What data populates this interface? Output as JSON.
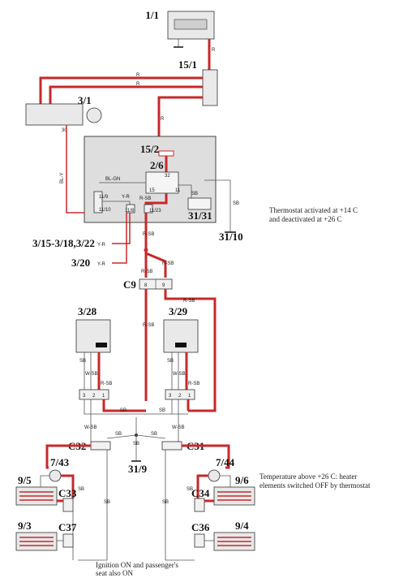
{
  "components": {
    "c1_1": "1/1",
    "c15_1": "15/1",
    "c3_1": "3/1",
    "c15_2": "15/2",
    "c2_6": "2/6",
    "c31_31": "31/31",
    "c31_10": "31/10",
    "c3_15": "3/15-3/18,3/22",
    "c3_20": "3/20",
    "c9": "C9",
    "c3_28": "3/28",
    "c3_29": "3/29",
    "c32": "C32",
    "c31": "C31",
    "c31_9": "31/9",
    "c7_43": "7/43",
    "c7_44": "7/44",
    "c9_5": "9/5",
    "c9_6": "9/6",
    "c33": "C33",
    "c34": "C34",
    "c9_3": "9/3",
    "c9_4": "9/4",
    "c37": "C37",
    "c36": "C36"
  },
  "wires": {
    "r": "R",
    "bl_y": "BL-Y",
    "bl_gn": "BL-GN",
    "y_r": "Y-R",
    "r_sb": "R-SB",
    "sb": "SB",
    "w_sb": "W-SB"
  },
  "pins": {
    "p11_9": "11/9",
    "p11_10": "11/10",
    "p11_8": "11/8",
    "p11_23": "11/23",
    "p32": "32",
    "p11": "11",
    "p15": "15",
    "p8": "8",
    "p9": "9",
    "p3": "3",
    "p2": "2",
    "p1": "1",
    "p30": "30"
  },
  "notes": {
    "thermostat_line1": "Thermostat activated at +14 C",
    "thermostat_line2": "and deactivated at +26 C",
    "temp_line1": "Temperature above +26 C: heater",
    "temp_line2": "elements switched OFF by thermostat",
    "ign_line1": "Ignition ON and passenger's",
    "ign_line2": "seat also ON"
  },
  "colors": {
    "power_wire": "#c8282a",
    "ground_wire": "#555555",
    "module_fill": "#dedede"
  }
}
